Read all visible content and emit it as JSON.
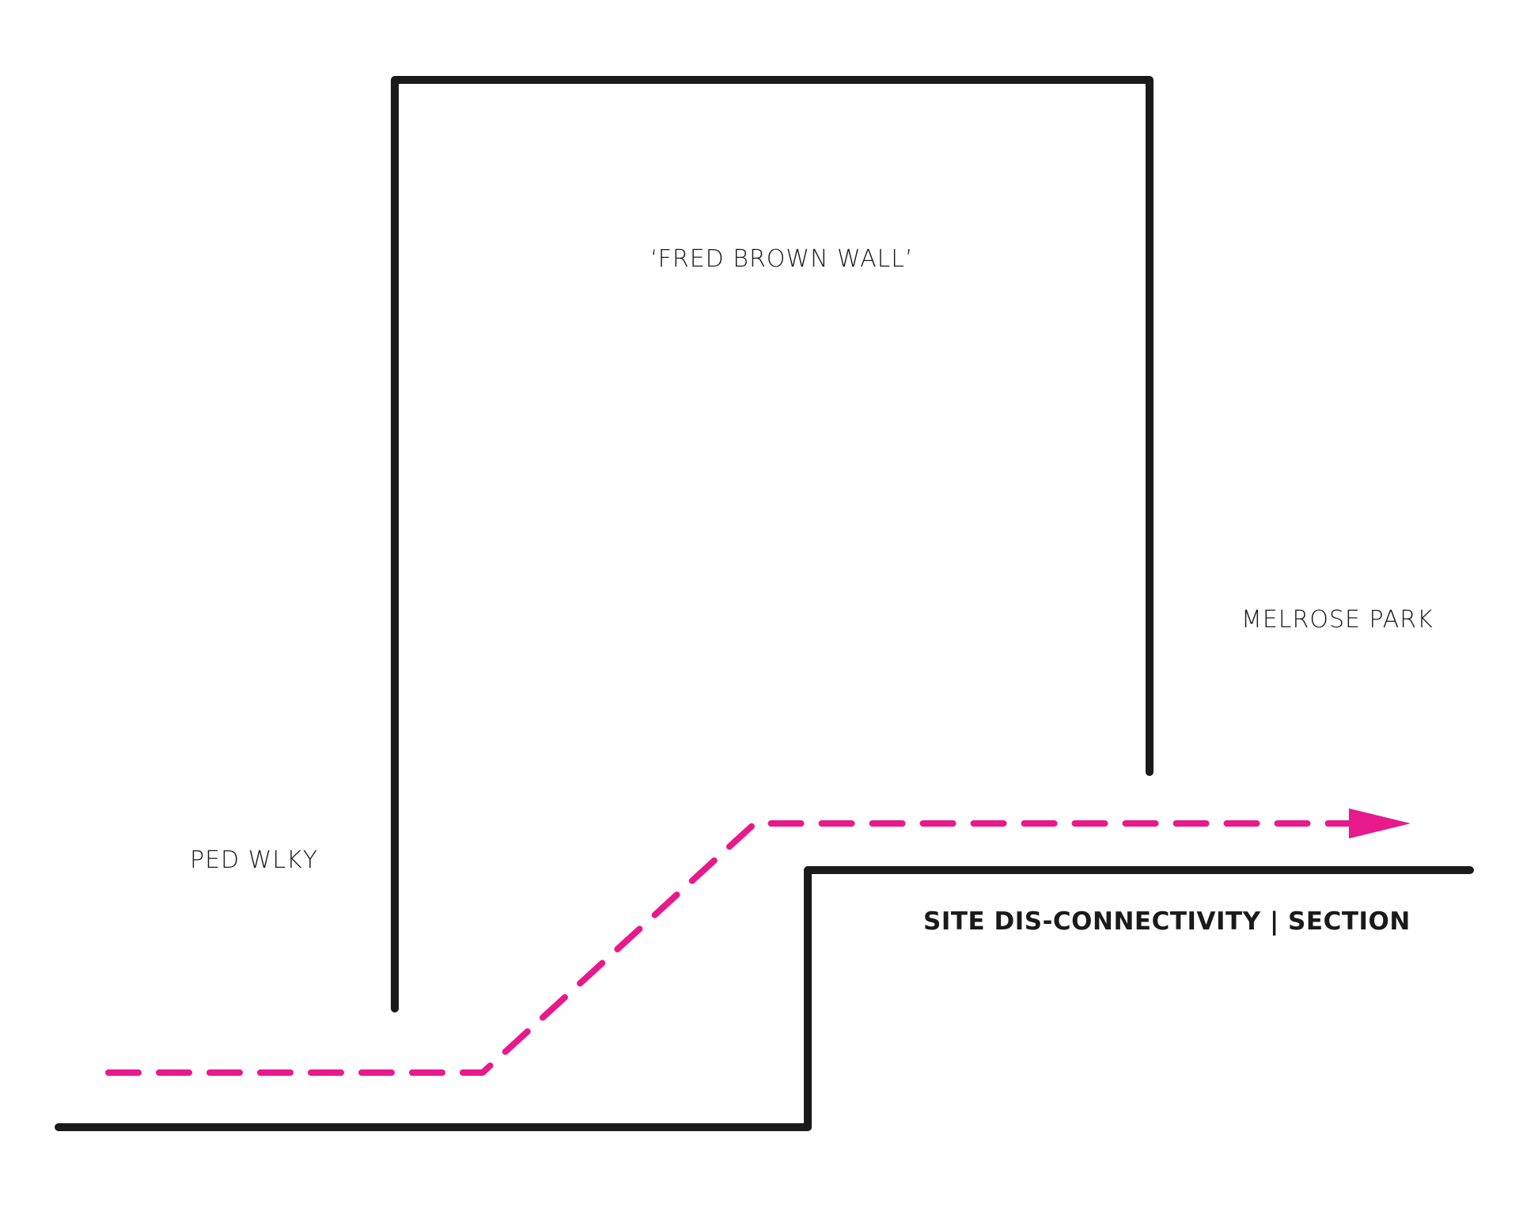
{
  "labels": {
    "wall": "‘FRED BROWN WALL’",
    "park": "MELROSE PARK",
    "walkway": "PED WLKY",
    "title": "SITE DIS-CONNECTIVITY | SECTION"
  },
  "colors": {
    "line": "#1a1a1a",
    "path": "#e8198b"
  },
  "icons": {
    "path_arrow": "arrowhead-right-icon"
  }
}
